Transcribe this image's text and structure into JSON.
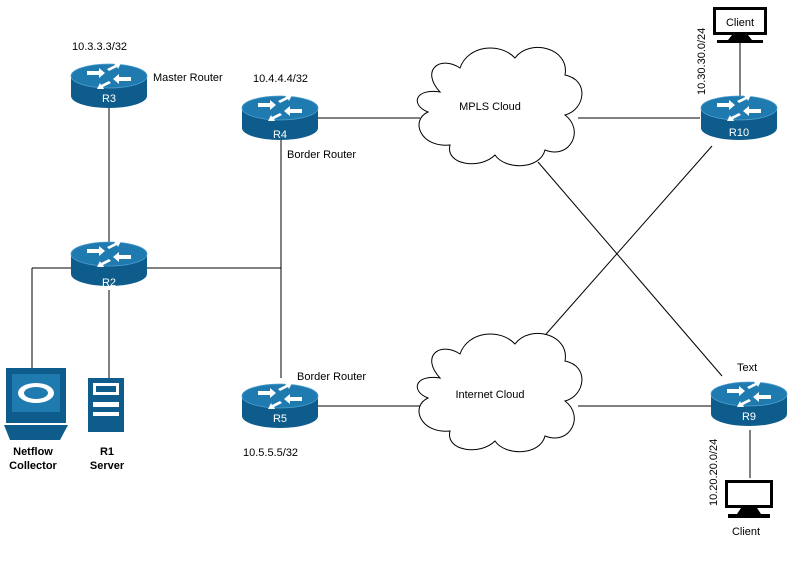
{
  "routers": [
    {
      "id": "R3",
      "label": "R3"
    },
    {
      "id": "R4",
      "label": "R4"
    },
    {
      "id": "R2",
      "label": "R2"
    },
    {
      "id": "R5",
      "label": "R5"
    },
    {
      "id": "R10",
      "label": "R10"
    },
    {
      "id": "R9",
      "label": "R9"
    }
  ],
  "clouds": {
    "mpls": "MPLS Cloud",
    "internet": "Internet Cloud"
  },
  "labels": {
    "r3_ip": "10.3.3.3/32",
    "r3_role": "Master Router",
    "r4_ip": "10.4.4.4/32",
    "r4_role": "Border Router",
    "r5_role": "Border Router",
    "r5_ip": "10.5.5.5/32",
    "r9_text": "Text",
    "subnet_top": "10.30.30.0/24",
    "subnet_bottom": "10.20.20.0/24",
    "client_top": "Client",
    "client_bottom": "Client",
    "netflow_line1": "Netflow",
    "netflow_line2": "Collector",
    "server_line1": "R1",
    "server_line2": "Server"
  },
  "colors": {
    "router_top": "#1f7ab0",
    "router_side": "#0d5c8c",
    "router_text": "#ffffff",
    "line": "#000000"
  }
}
